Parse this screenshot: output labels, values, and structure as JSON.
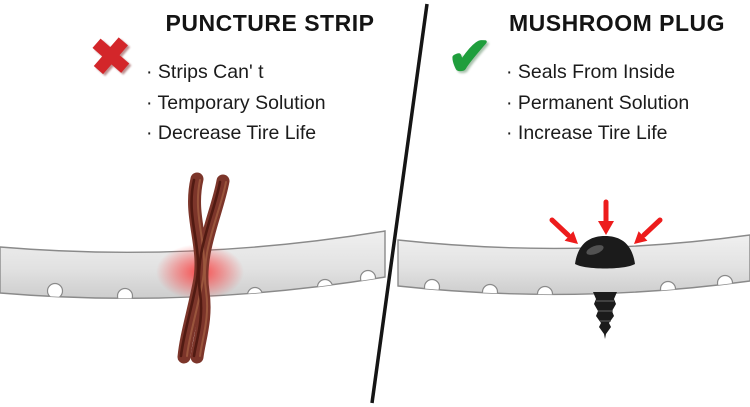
{
  "left_panel": {
    "title": "PUNCTURE STRIP",
    "icon": "✖",
    "bullets": [
      "· Strips Can' t",
      "· Temporary Solution",
      "· Decrease Tire Life"
    ]
  },
  "right_panel": {
    "title": "MUSHROOM PLUG",
    "icon": "✔",
    "bullets": [
      "· Seals From Inside",
      "· Permanent Solution",
      "· Increase Tire Life"
    ]
  },
  "icons": {
    "cross_icon_glyph": "✖",
    "check_icon_glyph": "✔"
  },
  "colors": {
    "cross_red": "#d3262a",
    "check_green": "#1f9e3c",
    "arrow_red": "#ed1c1c",
    "strip_brown": "#7c352a",
    "plug_black": "#1b1b1b",
    "tire_gray": "#e2e2e2",
    "glow_red": "#ff1a1a",
    "divider_black": "#151515"
  }
}
